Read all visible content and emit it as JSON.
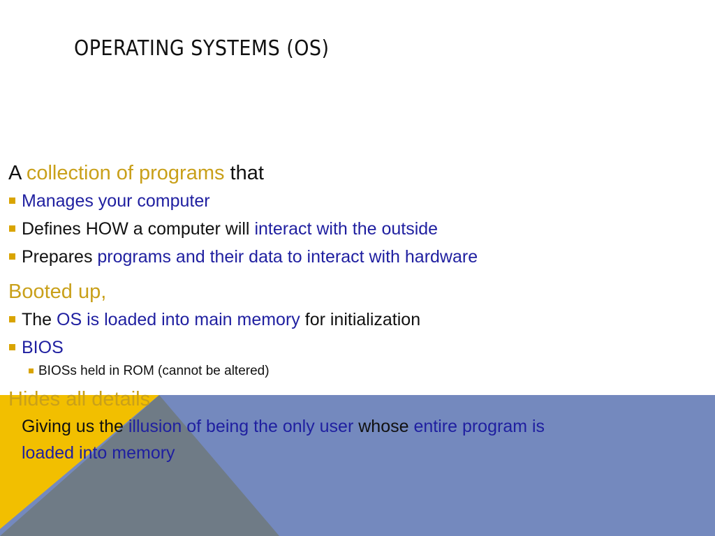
{
  "title": "OPERATING SYSTEMS (OS)",
  "colors": {
    "gold_accent": "#c9a01a",
    "blue_accent": "#1f1fa0",
    "band_blue": "#7489be",
    "band_yellow": "#f2bf00",
    "band_grey": "#6f7b86"
  },
  "section1": {
    "p1": "A ",
    "p2": "collection of programs",
    "p3": " that",
    "bullets": {
      "b1": "Manages your computer",
      "b2a": "Defines HOW a computer will ",
      "b2b": "interact with the outside",
      "b3a": "Prepares ",
      "b3b": "programs and their data to interact with hardware"
    }
  },
  "section2": {
    "heading": "Booted up,",
    "bullets": {
      "b1a": "The ",
      "b1b": "OS is loaded into main memory",
      "b1c": " for initialization",
      "b2": "BIOS"
    },
    "sub": "BIOSs held in ROM (cannot be altered)"
  },
  "section3": {
    "heading": "Hides all details",
    "t1": "Giving us the ",
    "t2": "illusion of being the only user",
    "t3": " whose ",
    "t4": "entire program is",
    "t5": "loaded into memory"
  }
}
